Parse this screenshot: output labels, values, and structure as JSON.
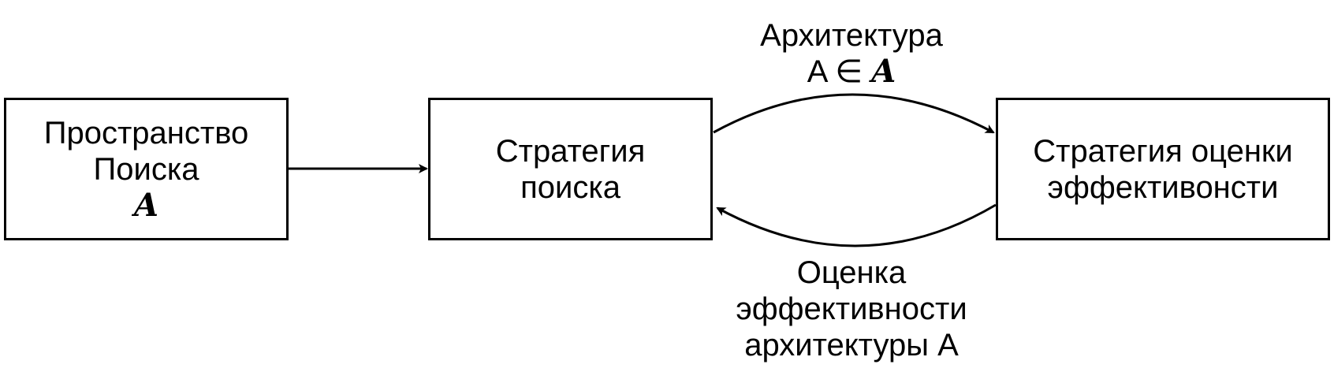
{
  "nodes": {
    "search_space": {
      "line1": "Пространство",
      "line2": "Поиска",
      "symbol": "A"
    },
    "search_strategy": {
      "line1": "Стратегия",
      "line2": "поиска"
    },
    "evaluation_strategy": {
      "line1": "Стратегия оценки",
      "line2": "эффективонсти"
    }
  },
  "edges": {
    "architecture": {
      "line1": "Архитектура",
      "line2_prefix": "A ∈ ",
      "line2_symbol": "A"
    },
    "evaluation": {
      "line1": "Оценка",
      "line2": "эффективности",
      "line3": "архитектуры A"
    }
  },
  "colors": {
    "stroke": "#000000",
    "fill": "#ffffff"
  }
}
